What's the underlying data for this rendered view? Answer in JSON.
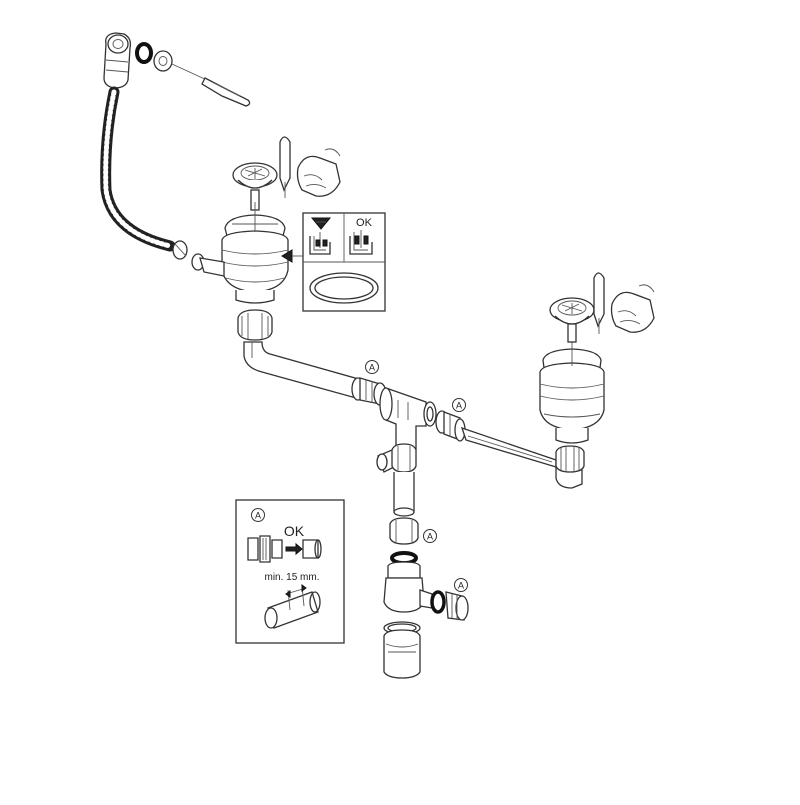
{
  "markers": {
    "a1": "A",
    "a2": "A",
    "a3": "A",
    "a4": "A",
    "inset": "A"
  },
  "inset_a": {
    "ok_label": "OK",
    "min_label": "min. 15 mm."
  },
  "inset_seal": {
    "ok_label": "OK"
  },
  "colors": {
    "line": "#333333",
    "background": "#ffffff"
  }
}
